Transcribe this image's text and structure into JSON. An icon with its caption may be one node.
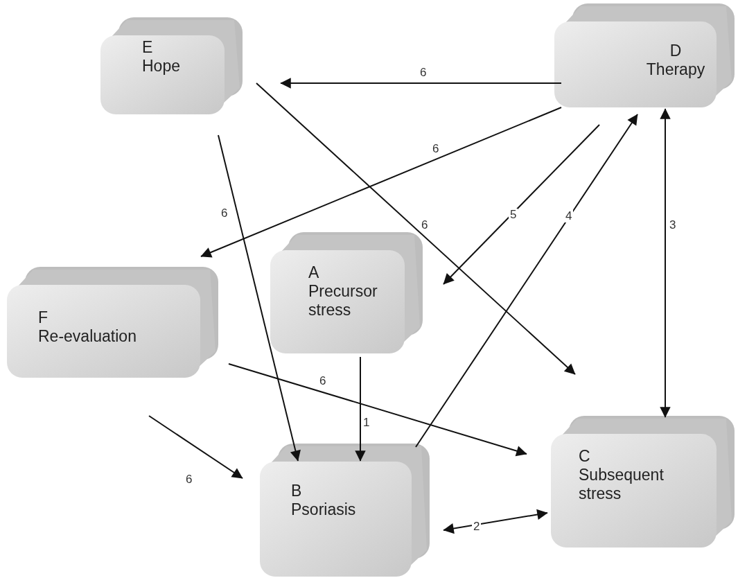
{
  "diagram": {
    "nodes": [
      {
        "text": [
          "E",
          "Hope"
        ]
      },
      {
        "text": [
          "D",
          "Therapy"
        ]
      },
      {
        "text": [
          "F",
          "Re-evaluation"
        ]
      },
      {
        "text": [
          "A",
          "Precursor stress"
        ]
      },
      {
        "text": [
          "C",
          "Subsequent stress"
        ]
      },
      {
        "text": [
          "B",
          "Psoriasis"
        ]
      }
    ],
    "edges": [
      {
        "from": 1,
        "to": 0,
        "arrow": "to",
        "label": "6"
      },
      {
        "from": 1,
        "to": 2,
        "arrow": "to",
        "label": "6"
      },
      {
        "from": 1,
        "to": 3,
        "arrow": "to",
        "label": "5"
      },
      {
        "from": 5,
        "to": 1,
        "arrow": "to",
        "label": "4"
      },
      {
        "from": 1,
        "to": 4,
        "arrow": "both",
        "label": "3"
      },
      {
        "from": 0,
        "to": 4,
        "arrow": "to",
        "label": "6"
      },
      {
        "from": 0,
        "to": 5,
        "arrow": "to",
        "label": "6"
      },
      {
        "from": 3,
        "to": 5,
        "arrow": "to",
        "label": "1"
      },
      {
        "from": 2,
        "to": 4,
        "arrow": "to",
        "label": "6"
      },
      {
        "from": 2,
        "to": 5,
        "arrow": "to",
        "label": "6"
      },
      {
        "from": 5,
        "to": 4,
        "arrow": "both",
        "label": "2"
      }
    ]
  }
}
